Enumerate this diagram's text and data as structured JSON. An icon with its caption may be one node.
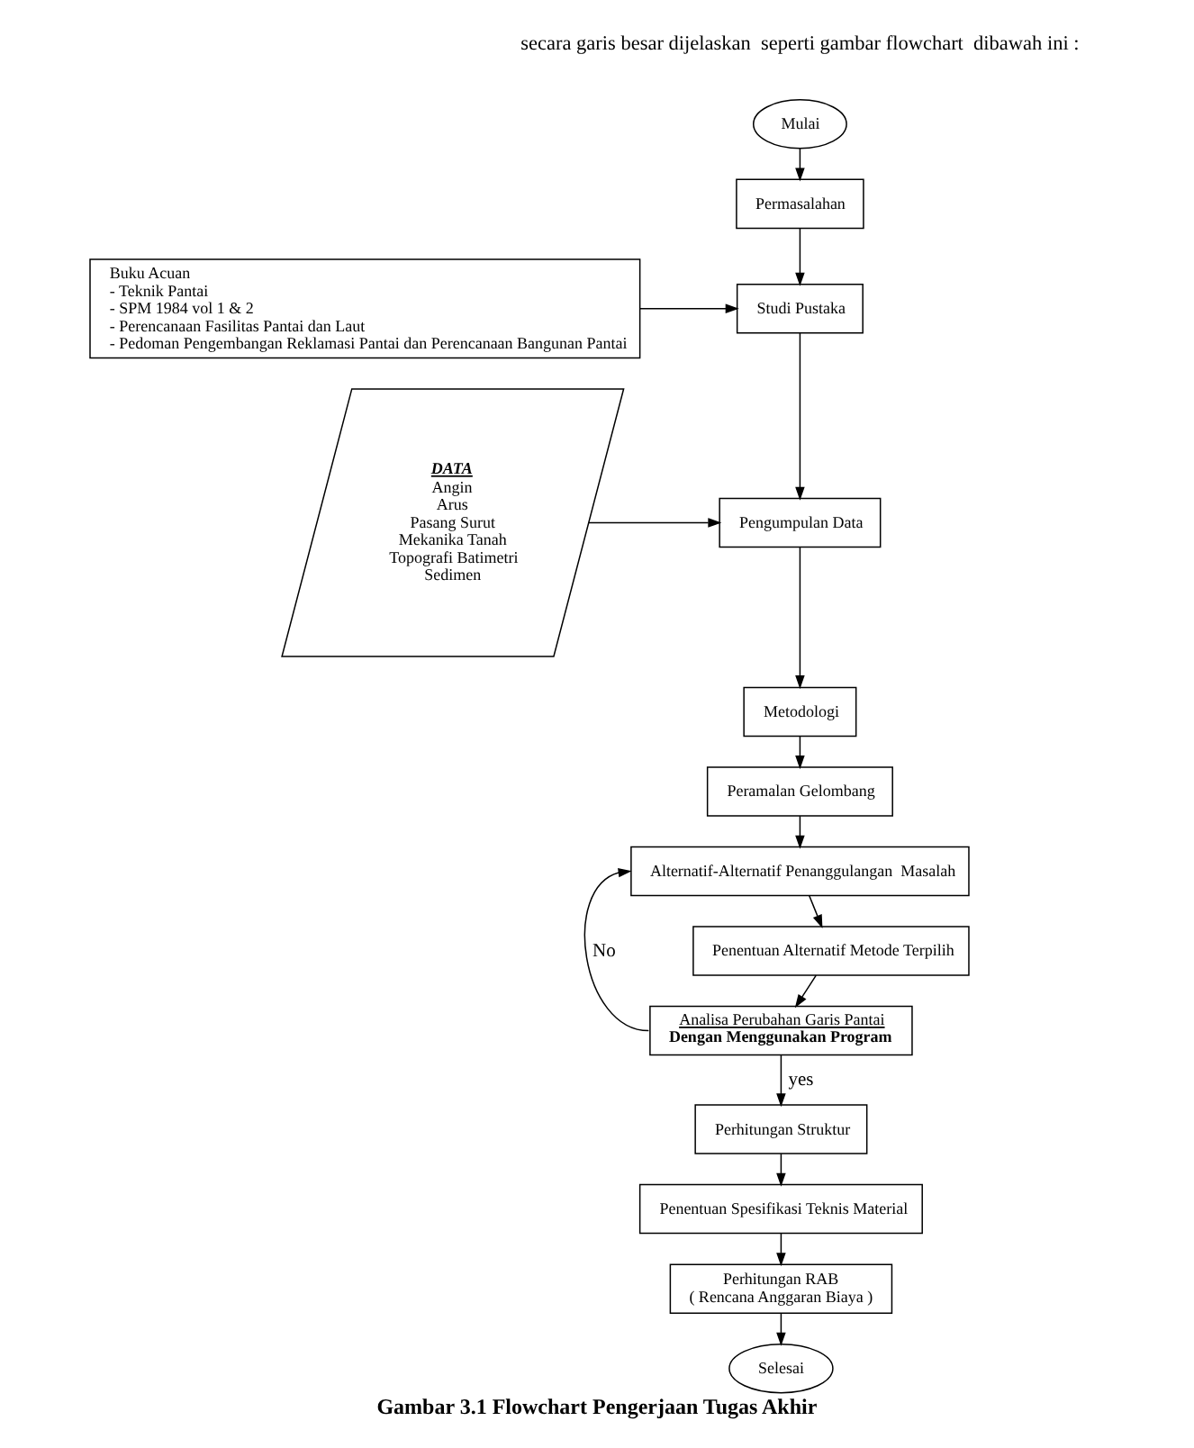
{
  "diagram": {
    "caption": "Gambar 3.1 Flowchart Pengerjaan Tugas Akhir",
    "nodes": [
      {
        "text": [
          "Mulai"
        ]
      },
      {
        "text": [
          "Permasalahan"
        ]
      },
      {
        "text": [
          "Buku Acuan",
          "- Teknik Pantai",
          "- SPM 1984 vol 1 & 2",
          "- Perencanaan Fasilitas Pantai dan Laut",
          "- Pedoman Pengembangan Reklamasi Pantai dan Perencanaan Bangunan Pantai"
        ]
      },
      {
        "text": [
          "Studi Pustaka"
        ]
      },
      {
        "text": [
          "DATA",
          "Angin",
          "Arus",
          "Pasang Surut",
          "Mekanika Tanah",
          "Topografi Batimetri",
          "Sedimen"
        ]
      },
      {
        "text": [
          "Pengumpulan Data"
        ]
      },
      {
        "text": [
          "Metodologi"
        ]
      },
      {
        "text": [
          "Peramalan Gelombang"
        ]
      },
      {
        "text": [
          "Alternatif-Alternatif Penanggulangan  Masalah"
        ]
      },
      {
        "text": [
          "Penentuan Alternatif Metode Terpilih"
        ]
      },
      {
        "text": [
          "Analisa Perubahan Garis Pantai",
          "Dengan Menggunakan Program"
        ]
      },
      {
        "text": [
          "Perhitungan Struktur"
        ]
      },
      {
        "text": [
          "Penentuan Spesifikasi Teknis Material"
        ]
      },
      {
        "text": [
          "Perhitungan RAB",
          "( Rencana Anggaran Biaya )"
        ]
      },
      {
        "text": [
          "Selesai"
        ]
      }
    ],
    "edges": [
      {
        "from": 0,
        "to": 1,
        "arrow": "to"
      },
      {
        "from": 1,
        "to": 3,
        "arrow": "to"
      },
      {
        "from": 2,
        "to": 3,
        "arrow": "to"
      },
      {
        "from": 3,
        "to": 5,
        "arrow": "to"
      },
      {
        "from": 4,
        "to": 5,
        "arrow": "to"
      },
      {
        "from": 5,
        "to": 6,
        "arrow": "to"
      },
      {
        "from": 6,
        "to": 7,
        "arrow": "to"
      },
      {
        "from": 7,
        "to": 8,
        "arrow": "to"
      },
      {
        "from": 8,
        "to": 9,
        "arrow": "to"
      },
      {
        "from": 9,
        "to": 10,
        "arrow": "to"
      },
      {
        "from": 10,
        "to": 8,
        "arrow": "to",
        "label": "No"
      },
      {
        "from": 10,
        "to": 11,
        "arrow": "to",
        "label": "yes"
      },
      {
        "from": 11,
        "to": 12,
        "arrow": "to"
      },
      {
        "from": 12,
        "to": 13,
        "arrow": "to"
      },
      {
        "from": 13,
        "to": 14,
        "arrow": "to"
      }
    ],
    "labels": [
      "secara garis besar dijelaskan  seperti gambar flowchart  dibawah ini :"
    ]
  }
}
